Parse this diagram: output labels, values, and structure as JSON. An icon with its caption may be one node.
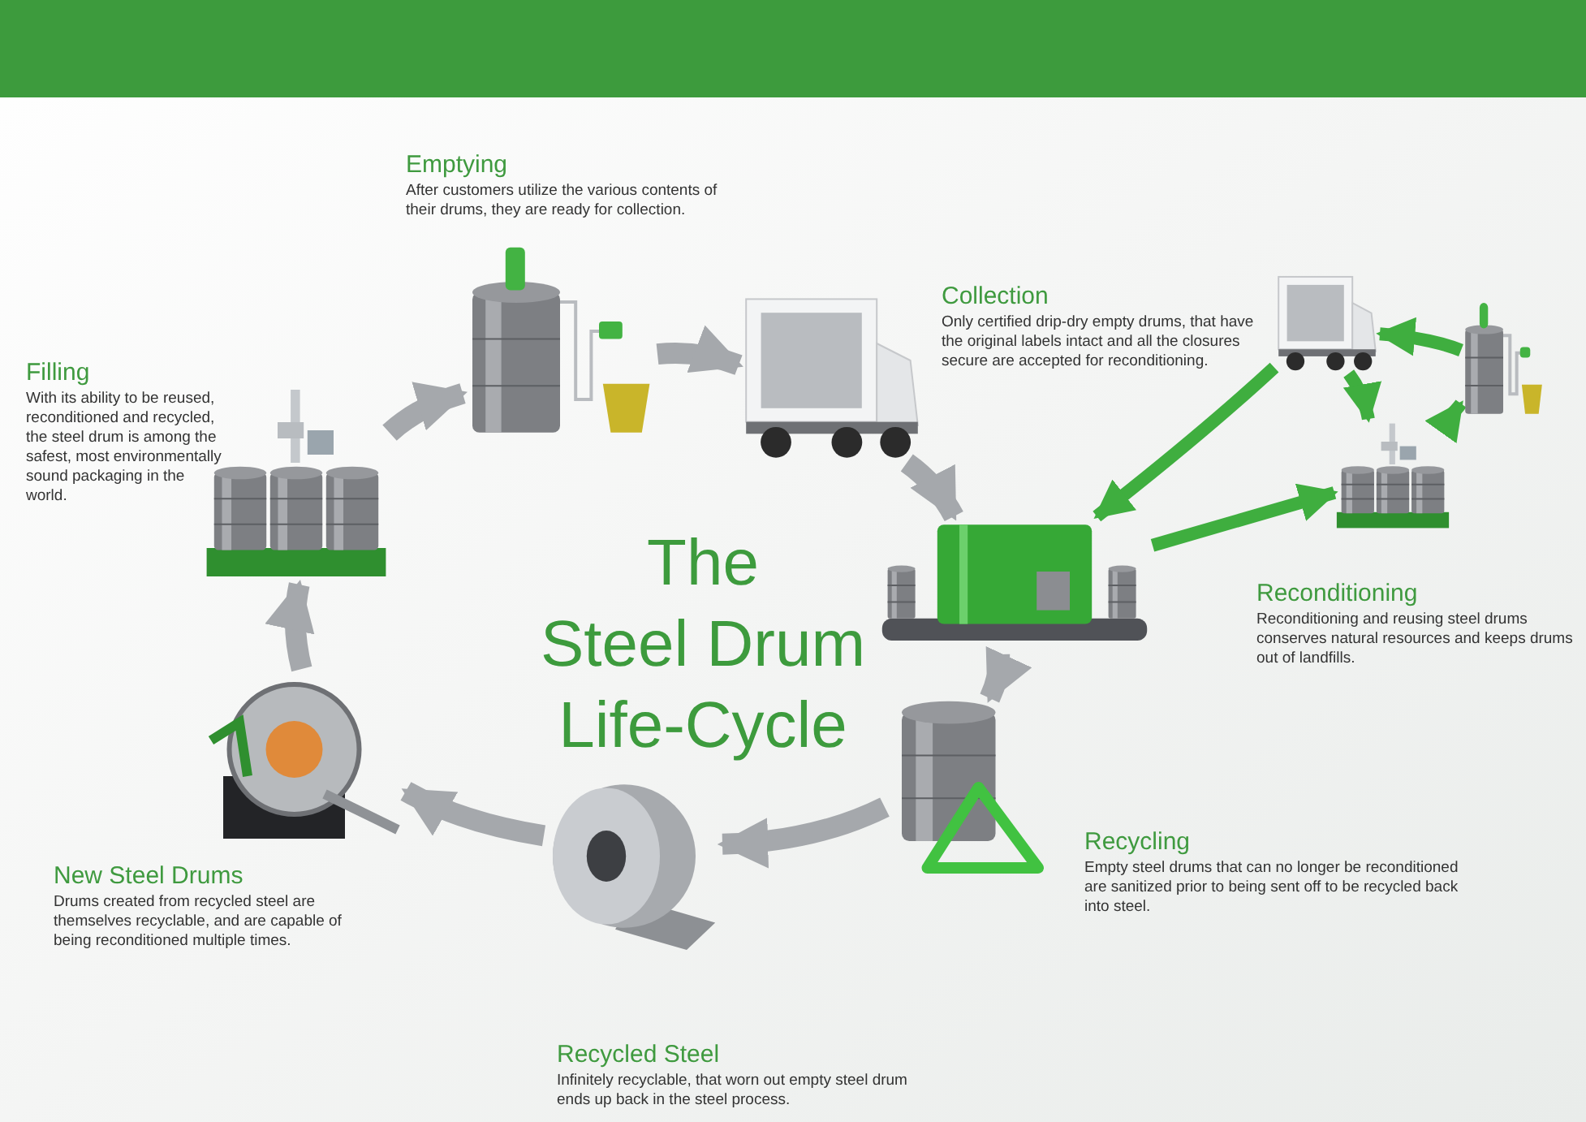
{
  "diagram": {
    "title": "The Steel Drum Life-Cycle",
    "nodes": [
      {
        "text": [],
        "shape": "picture",
        "beside": [
          "Filling",
          "With its ability to be reused, reconditioned and recycled, the steel drum is among the safest, most environmentally sound packaging in the world."
        ]
      },
      {
        "text": [],
        "shape": "picture",
        "beside": [
          "Emptying",
          "After customers utilize the various contents of their drums, they are ready for collection."
        ]
      },
      {
        "text": [],
        "shape": "picture",
        "beside": [
          "Collection",
          "Only certified drip-dry empty drums, that have the original labels intact and all the closures secure are accepted for reconditioning."
        ]
      },
      {
        "text": [],
        "shape": "picture"
      },
      {
        "text": [],
        "shape": "picture",
        "beside": [
          "Recycling",
          "Empty steel drums that can no longer be reconditioned are sanitized prior to being sent off to be recycled back into steel."
        ]
      },
      {
        "text": [],
        "shape": "picture",
        "beside": [
          "Recycled Steel",
          "Infinitely recyclable, that worn out empty steel drum ends up back in the steel process."
        ]
      },
      {
        "text": [],
        "shape": "picture",
        "beside": [
          "New Steel Drums",
          "Drums created from recycled steel are themselves recyclable, and are capable of being reconditioned multiple times."
        ]
      },
      {
        "text": [],
        "shape": "picture"
      },
      {
        "text": [],
        "shape": "picture",
        "beside": [
          "Reconditioning",
          "Reconditioning and reusing steel drums conserves natural resources and keeps drums out of landfills."
        ]
      },
      {
        "text": [],
        "shape": "picture"
      }
    ],
    "edges": [
      {
        "from": 0,
        "to": 1,
        "arrow": "to"
      },
      {
        "from": 1,
        "to": 2,
        "arrow": "to"
      },
      {
        "from": 2,
        "to": 3,
        "arrow": "to"
      },
      {
        "from": 3,
        "to": 4,
        "arrow": "to"
      },
      {
        "from": 4,
        "to": 5,
        "arrow": "to"
      },
      {
        "from": 5,
        "to": 6,
        "arrow": "to"
      },
      {
        "from": 6,
        "to": 0,
        "arrow": "to"
      },
      {
        "from": 7,
        "to": 8,
        "arrow": "to",
        "color": "#3fae3f"
      },
      {
        "from": 8,
        "to": 9,
        "arrow": "to",
        "color": "#3fae3f"
      },
      {
        "from": 9,
        "to": 7,
        "arrow": "to",
        "color": "#3fae3f"
      },
      {
        "from": 7,
        "to": 3,
        "arrow": "to",
        "color": "#3fae3f"
      },
      {
        "from": 3,
        "to": 8,
        "arrow": "to",
        "color": "#3fae3f"
      }
    ]
  }
}
